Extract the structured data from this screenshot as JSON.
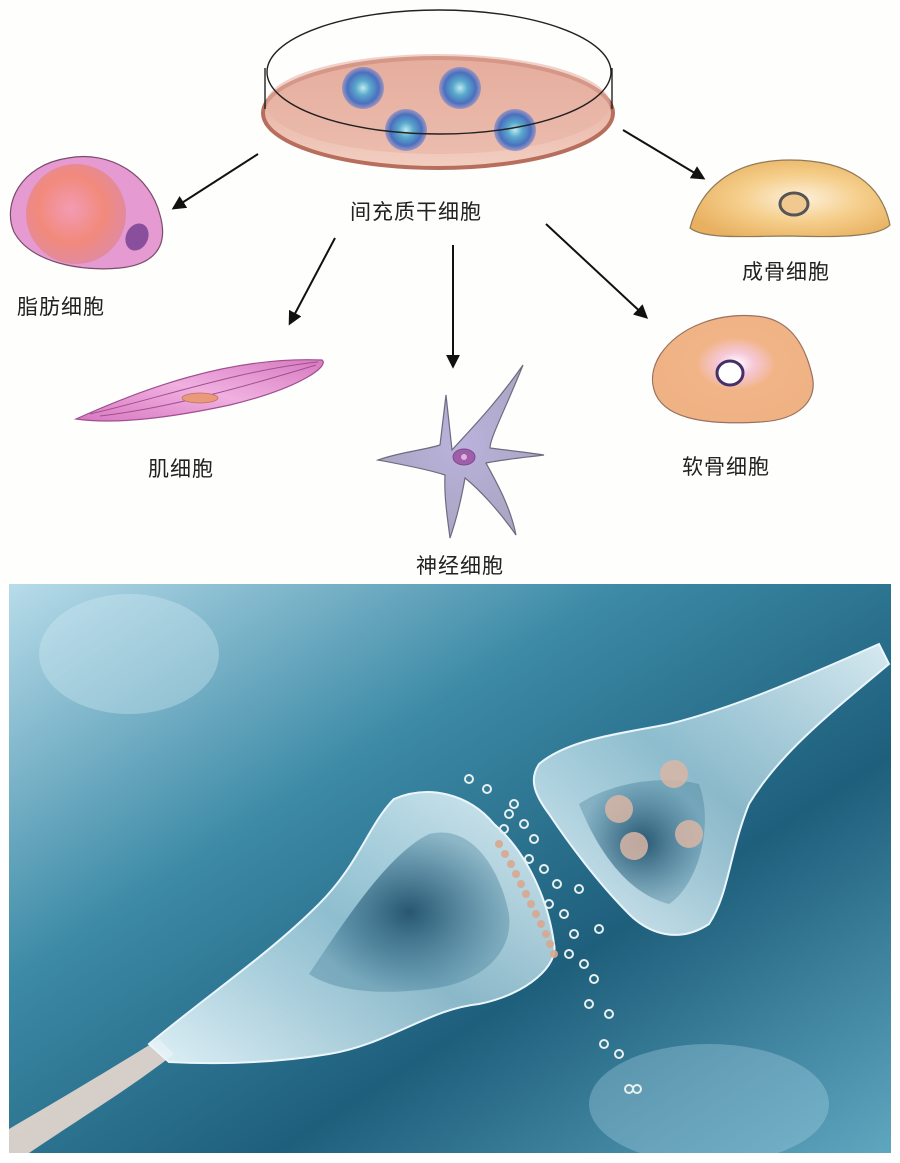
{
  "diagram": {
    "title": "间充质干细胞",
    "source_label": "间充质干细胞",
    "cells": [
      {
        "id": "adipocyte",
        "label": "脂肪细胞",
        "color": "#f08c8c"
      },
      {
        "id": "osteoblast",
        "label": "成骨细胞",
        "color": "#f2c27a"
      },
      {
        "id": "myocyte",
        "label": "肌细胞",
        "color": "#e89ad0"
      },
      {
        "id": "neuron",
        "label": "神经细胞",
        "color": "#b3aed0"
      },
      {
        "id": "chondrocyte",
        "label": "软骨细胞",
        "color": "#f0b88a"
      }
    ],
    "dish_color": "#e0a08c",
    "stem_cell_color": "#4a7fc0",
    "arrow_color": "#111111"
  },
  "photo": {
    "subject": "synapse illustration",
    "background_color": "#2a7895"
  }
}
